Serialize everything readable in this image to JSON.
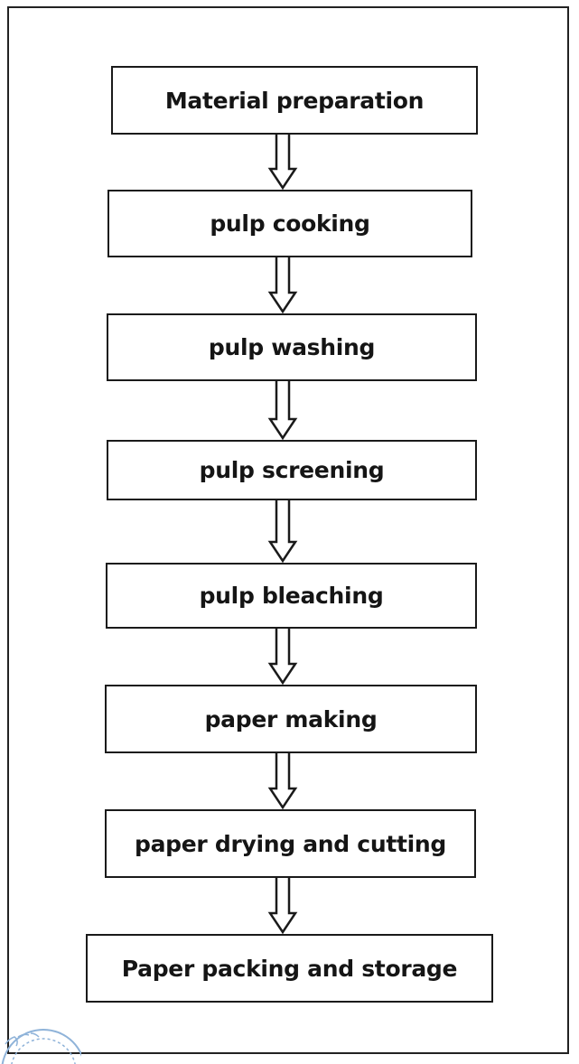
{
  "flowchart": {
    "steps": [
      {
        "label": "Material preparation"
      },
      {
        "label": "pulp cooking"
      },
      {
        "label": "pulp washing"
      },
      {
        "label": "pulp screening"
      },
      {
        "label": "pulp bleaching"
      },
      {
        "label": "paper making"
      },
      {
        "label": "paper drying and cutting"
      },
      {
        "label": "Paper packing and storage"
      }
    ],
    "connector_type": "hollow-down-arrow",
    "colors": {
      "box_border": "#1a1a1a",
      "text": "#151515",
      "stamp": "#8fb3d9"
    }
  }
}
